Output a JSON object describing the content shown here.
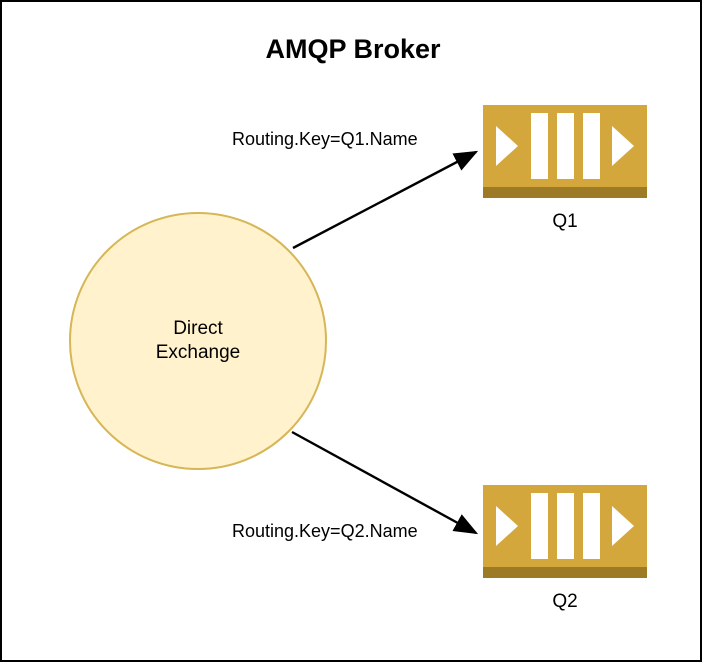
{
  "diagram": {
    "title": "AMQP Broker",
    "type": "amqp-direct-exchange-routing",
    "border_color": "#000000",
    "background": "#ffffff"
  },
  "exchange": {
    "name": "direct-exchange",
    "label_line1": "Direct",
    "label_line2": "Exchange",
    "fill_color": "#FFF2CC",
    "stroke_color": "#D6B656"
  },
  "queues": [
    {
      "id": "q1",
      "caption": "Q1",
      "fill_color": "#D4A73C",
      "base_color": "#9D7A26",
      "glyph_color": "#ffffff"
    },
    {
      "id": "q2",
      "caption": "Q2",
      "fill_color": "#D4A73C",
      "base_color": "#9D7A26",
      "glyph_color": "#ffffff"
    }
  ],
  "edges": [
    {
      "id": "edge-q1",
      "label": "Routing.Key=Q1.Name",
      "from": "direct-exchange",
      "to": "q1",
      "color": "#000000"
    },
    {
      "id": "edge-q2",
      "label": "Routing.Key=Q2.Name",
      "from": "direct-exchange",
      "to": "q2",
      "color": "#000000"
    }
  ]
}
